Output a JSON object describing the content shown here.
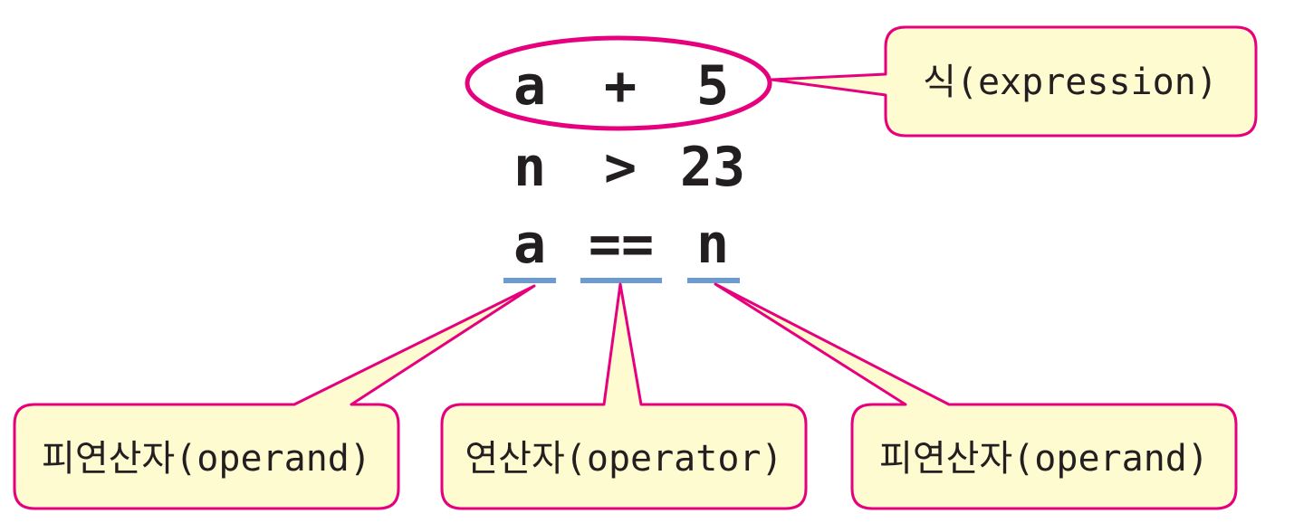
{
  "expressions": [
    {
      "left": "a",
      "op": "+",
      "right": "5"
    },
    {
      "left": "n",
      "op": ">",
      "right": "23"
    },
    {
      "left": "a",
      "op": "==",
      "right": "n"
    }
  ],
  "callouts": {
    "expression": "식(expression)",
    "operand_left": "피연산자(operand)",
    "operator": "연산자(operator)",
    "operand_right": "피연산자(operand)"
  },
  "colors": {
    "outline": "#e6007e",
    "callout_fill": "#fffbd0",
    "underline": "#6b9bd2",
    "text": "#231f20"
  }
}
